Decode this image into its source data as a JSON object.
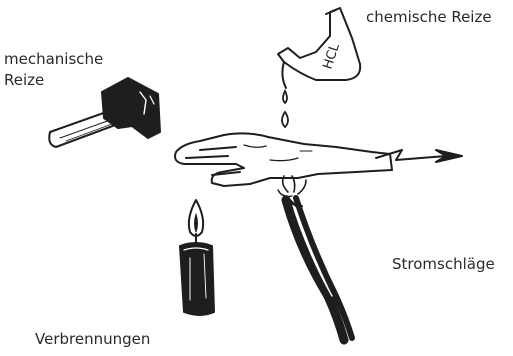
{
  "labels": {
    "mechanical_line1": "mechanische",
    "mechanical_line2": "Reize",
    "chemical": "chemische Reize",
    "electric": "Stromschläge",
    "burns": "Verbrennungen"
  },
  "flask_text": "HCL",
  "colors": {
    "ink": "#1e1e1e",
    "background": "#ffffff"
  }
}
